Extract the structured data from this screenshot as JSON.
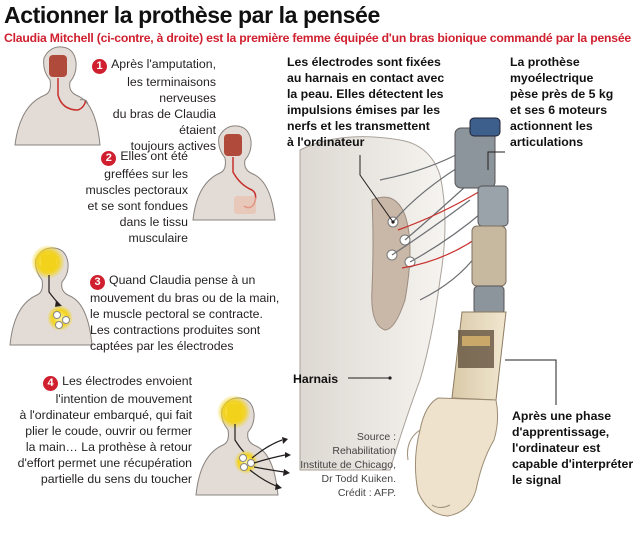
{
  "header": {
    "title": "Actionner la prothèse par la pensée",
    "subtitle": "Claudia Mitchell (ci-contre, à droite) est la première femme équipée d'un bras bionique commandé par la pensée"
  },
  "steps": [
    {
      "number": "1",
      "lines": [
        "Après l'amputation,",
        "les terminaisons nerveuses",
        "du bras de Claudia étaient",
        "toujours actives"
      ]
    },
    {
      "number": "2",
      "lines": [
        "Elles ont été",
        "greffées sur les",
        "muscles pectoraux",
        "et se sont fondues",
        "dans le tissu",
        "musculaire"
      ]
    },
    {
      "number": "3",
      "lines": [
        "Quand Claudia pense à un",
        "mouvement du bras ou de la main,",
        "le muscle pectoral se contracte.",
        "Les contractions produites sont",
        "captées par les électrodes"
      ]
    },
    {
      "number": "4",
      "lines": [
        "Les électrodes envoient",
        "l'intention de mouvement",
        "à l'ordinateur embarqué, qui fait",
        "plier le coude, ouvrir ou fermer",
        "la main… La prothèse à retour",
        "d'effort permet une récupération",
        "partielle du sens du toucher"
      ]
    }
  ],
  "callouts": {
    "electrodes": [
      "Les électrodes sont fixées",
      "au harnais en contact avec",
      "la peau. Elles détectent les",
      "impulsions émises par les",
      "nerfs et les transmettent",
      "à l'ordinateur"
    ],
    "prosthesis": [
      "La prothèse",
      "myoélectrique",
      "pèse près de 5 kg",
      "et ses 6 moteurs",
      "actionnent les",
      "articulations"
    ],
    "harness": [
      "Harnais"
    ],
    "learning": [
      "Après une phase",
      "d'apprentissage,",
      "l'ordinateur est",
      "capable d'interpréter",
      "le signal"
    ]
  },
  "source": [
    "Source : Rehabilitation",
    "Institute de Chicago,",
    "Dr Todd Kuiken.",
    "Crédit : AFP."
  ],
  "colors": {
    "accent_red": "#d0202f",
    "skin": "#e3dcd6",
    "skin_outline": "#8a8480",
    "nerve": "#c8302c",
    "brain": "#b04a3a",
    "glow": "#f2d21b",
    "harness": "#eeebe6",
    "metal": "#8c949c"
  }
}
